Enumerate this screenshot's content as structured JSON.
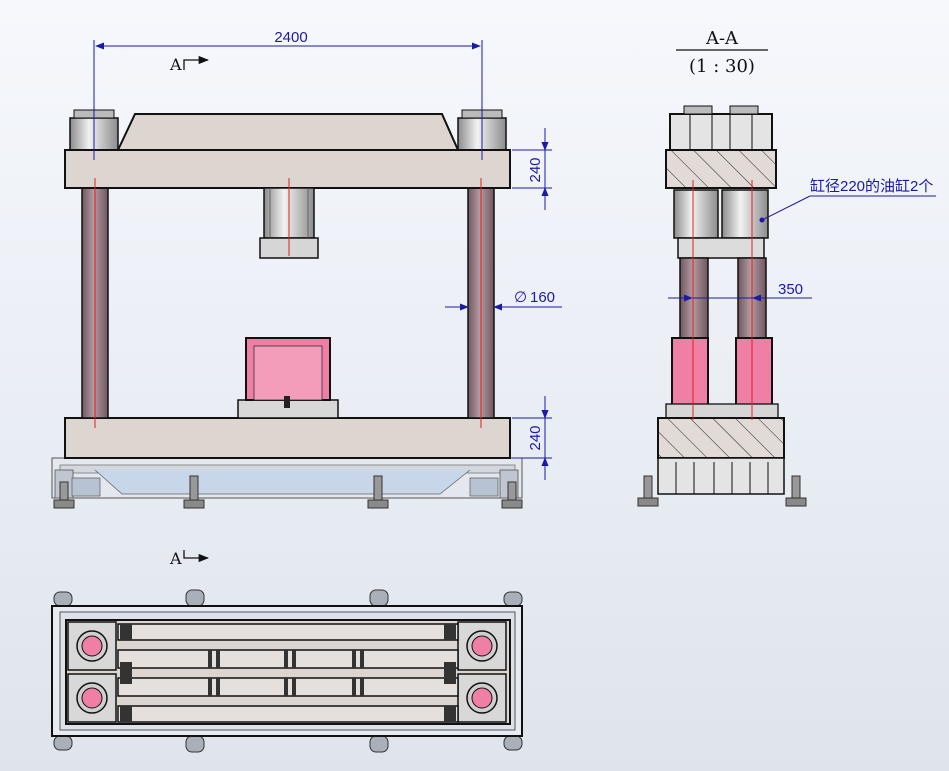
{
  "drawing": {
    "front_view": {
      "dim_width": "2400",
      "dim_top_plate": "240",
      "dim_bottom_plate": "240",
      "dim_column_dia": "160",
      "dia_symbol": "∅",
      "section_mark": "A"
    },
    "section_view": {
      "title": "A-A",
      "scale": "(1 : 30)",
      "dim_column_spacing": "350",
      "callout": "缸径220的油缸2个"
    },
    "plan_view": {
      "section_mark": "A"
    },
    "colors": {
      "plate_fill": "#ddd5d0",
      "column_fill": "#9a7f86",
      "cylinder_fill": "#d5d5d5",
      "pink_fill": "#ef7fa4",
      "dimension_blue": "#1a1aa8",
      "centerline_red": "#e02020",
      "outline": "#111111"
    }
  }
}
